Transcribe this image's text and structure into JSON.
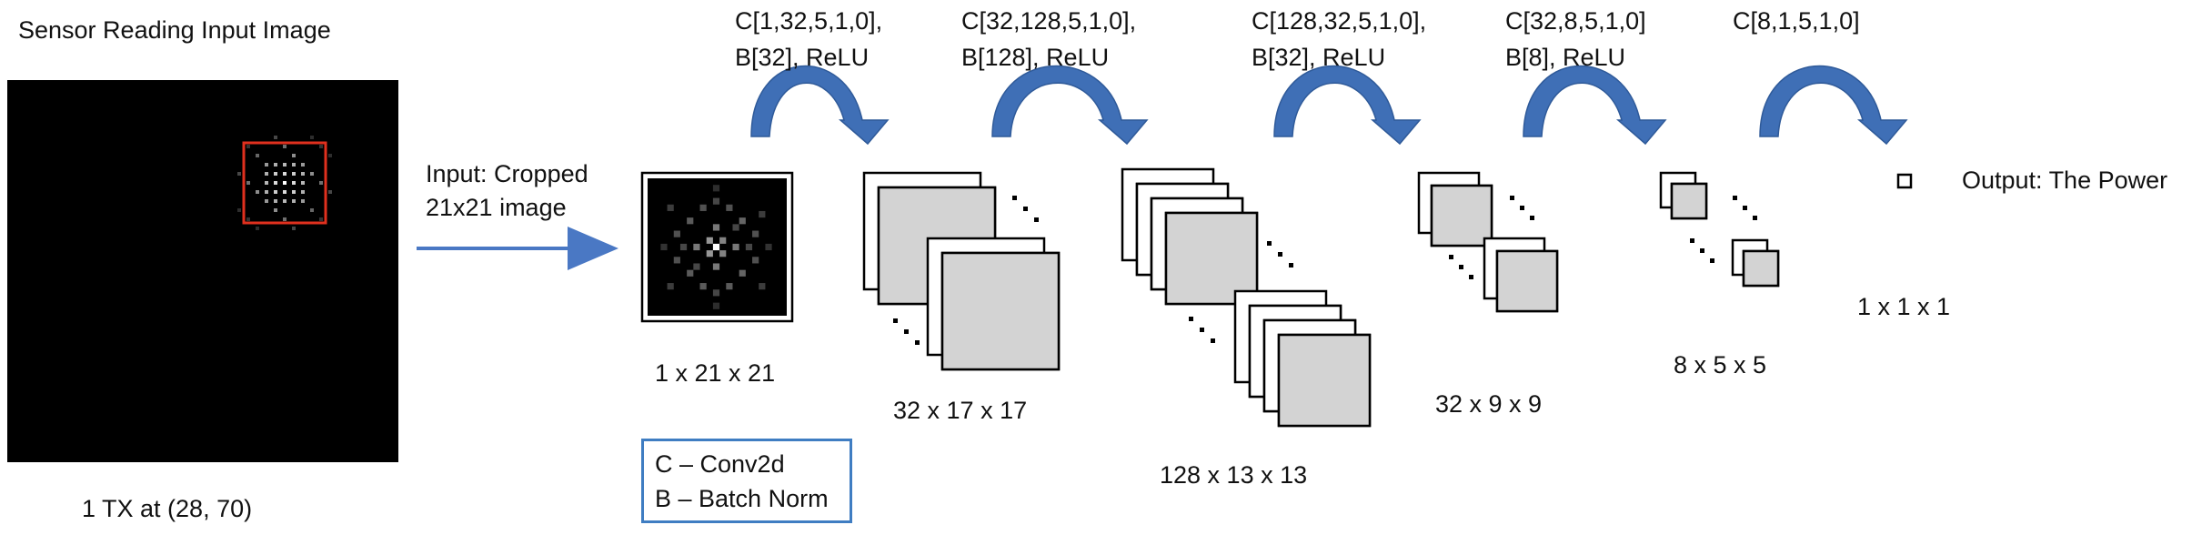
{
  "input_panel": {
    "title": "Sensor Reading Input Image",
    "caption": "1 TX at (28, 70)"
  },
  "input_arrow_label": [
    "Input: Cropped",
    "21x21 image"
  ],
  "layers": [
    {
      "op": [
        "C[1,32,5,1,0],",
        "B[32], ReLU"
      ],
      "shape": "1 x 21 x 21"
    },
    {
      "op": [
        "C[32,128,5,1,0],",
        "B[128], ReLU"
      ],
      "shape": "32 x 17 x 17"
    },
    {
      "op": [
        "C[128,32,5,1,0],",
        "B[32], ReLU"
      ],
      "shape": "128 x 13 x 13"
    },
    {
      "op": [
        "C[32,8,5,1,0]",
        "B[8], ReLU"
      ],
      "shape": "32 x 9 x 9"
    },
    {
      "op": [
        "C[8,1,5,1,0]"
      ],
      "shape": "8 x 5 x 5"
    }
  ],
  "output": {
    "label": "Output: The Power",
    "shape": "1 x 1 x 1"
  },
  "legend": {
    "conv": "C – Conv2d",
    "batch_norm": "B – Batch Norm"
  },
  "colors": {
    "arrow_blue": "#3f6fb6",
    "line_blue": "#4a78c4",
    "crop_red": "#e0301e",
    "feature_gray": "#d3d3d3",
    "legend_border": "#3f7dc2"
  },
  "icons": [
    "curved-arrow-icon",
    "input-arrow-icon",
    "ellipsis-dots-icon"
  ]
}
